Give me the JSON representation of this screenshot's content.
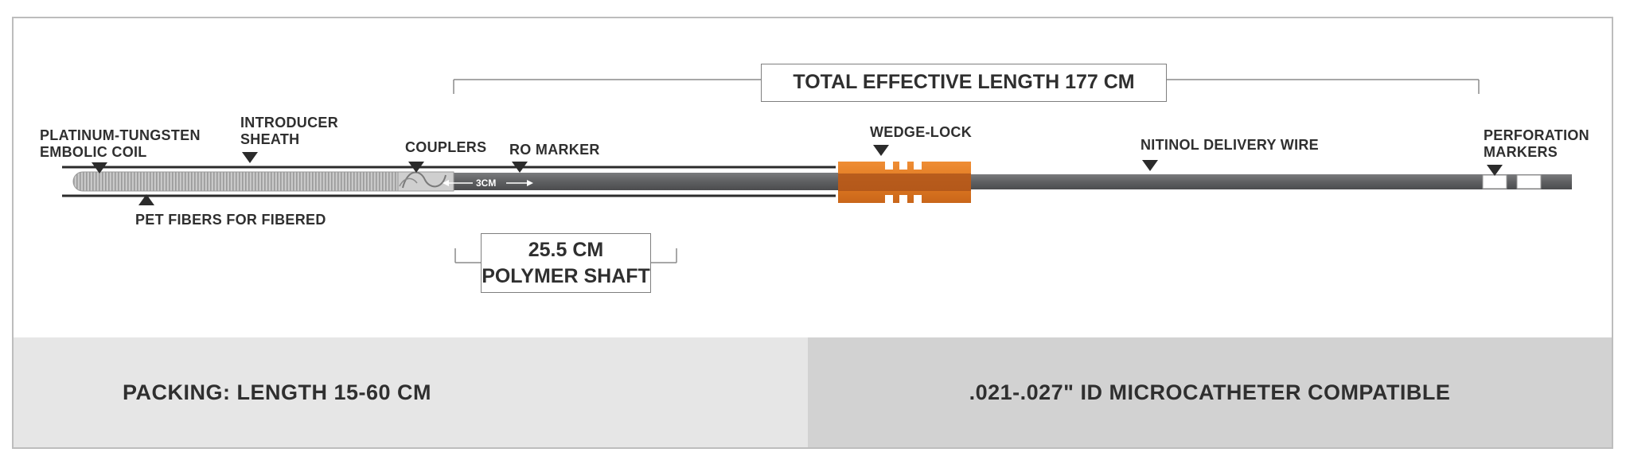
{
  "labels": {
    "total_length": "TOTAL EFFECTIVE LENGTH 177 CM",
    "coil_line1": "PLATINUM-TUNGSTEN",
    "coil_line2": "EMBOLIC COIL",
    "sheath_line1": "INTRODUCER",
    "sheath_line2": "SHEATH",
    "couplers": "COUPLERS",
    "ro_marker": "RO MARKER",
    "wedge_lock": "WEDGE-LOCK",
    "delivery_wire": "NITINOL DELIVERY WIRE",
    "perf_line1": "PERFORATION",
    "perf_line2": "MARKERS",
    "pet_fibers": "PET FIBERS FOR FIBERED",
    "dim_3cm": "3CM",
    "shaft_line1": "25.5 CM",
    "shaft_line2": "POLYMER SHAFT"
  },
  "footer": {
    "left": "PACKING: LENGTH 15-60 CM",
    "right": ".021-.027\" ID MICROCATHETER COMPATIBLE"
  },
  "colors": {
    "wire": "#5f6062",
    "wedge_lock": "#e07a22",
    "footer_left_bg": "#e6e6e6",
    "footer_right_bg": "#d2d2d2",
    "text": "#2f2f2f"
  }
}
